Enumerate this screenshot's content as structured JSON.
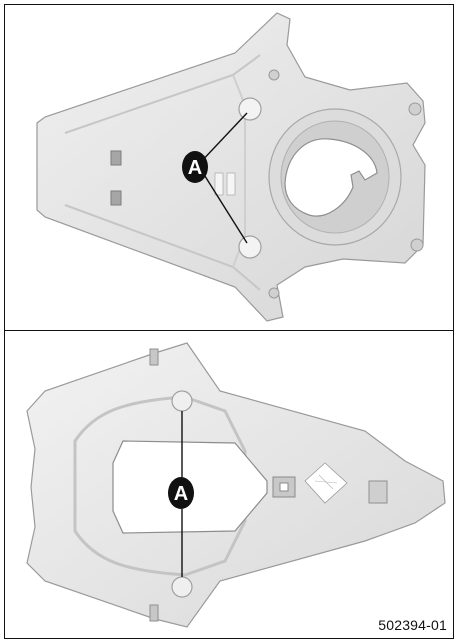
{
  "figure": {
    "top_callout": "A",
    "bottom_callout": "A",
    "figure_number": "502394-01"
  },
  "colors": {
    "part_light": "#e9e9e9",
    "part_mid": "#d4d4d4",
    "part_dark": "#b9b9b9",
    "outline": "#9a9a9a",
    "callout_bg": "#111111",
    "frame": "#111111"
  }
}
